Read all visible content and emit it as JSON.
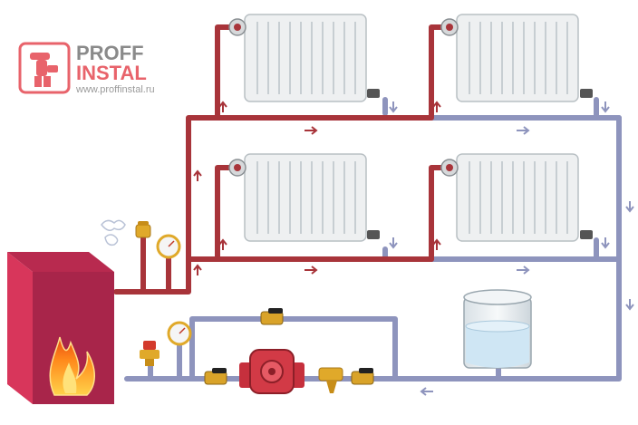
{
  "logo": {
    "line1": "PROFF",
    "line2": "INSTAL",
    "url": "www.proffinstal.ru"
  },
  "colors": {
    "hot_pipe": "#a8343a",
    "cold_pipe": "#8e94bd",
    "radiator": "#eef0f1",
    "boiler_front": "#a8254a",
    "boiler_side": "#d8365b",
    "logo_red": "#e8636b",
    "logo_grey": "#8a8a8a",
    "brass": "#e0a92a",
    "water": "#cfe6f4"
  },
  "components": {
    "radiators": [
      "top-left",
      "top-right",
      "bottom-left",
      "bottom-right"
    ],
    "boiler": "floor-standing-boiler",
    "pump": "circulation-pump",
    "expansion_tank": "open-expansion-tank",
    "gauges": [
      "boiler-pressure-gauge",
      "return-pressure-gauge"
    ],
    "valves": [
      "air-vent-valve",
      "safety-valve",
      "bypass-valve",
      "pump-isolation-valve-left",
      "pump-isolation-valve-right"
    ],
    "filter": "strainer-filter"
  }
}
